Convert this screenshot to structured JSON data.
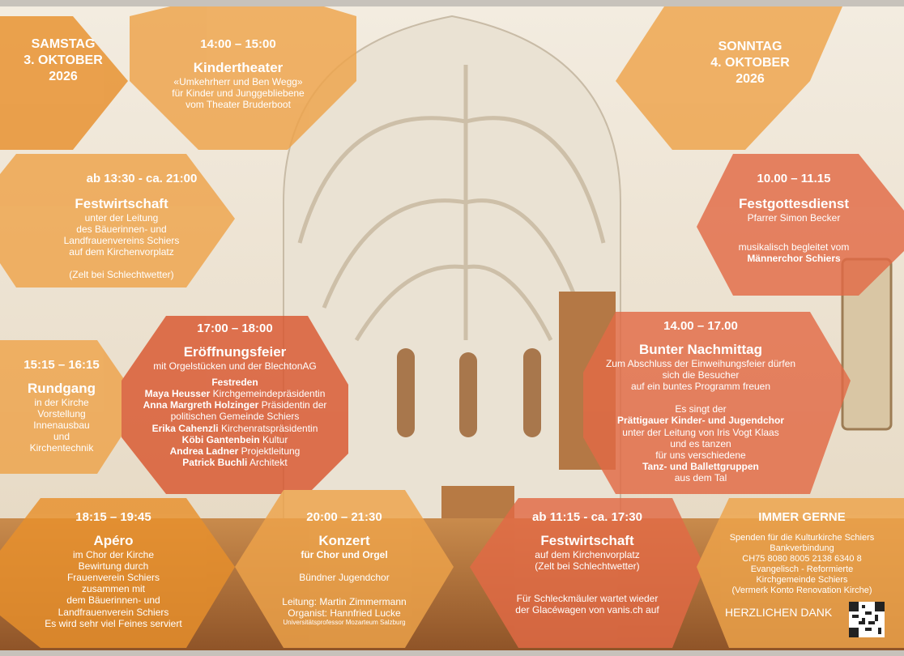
{
  "days": {
    "saturday": [
      "SAMSTAG",
      "3. OKTOBER",
      "2026"
    ],
    "sunday": [
      "SONNTAG",
      "4. OKTOBER",
      "2026"
    ]
  },
  "kindertheater": {
    "time": "14:00 – 15:00",
    "title": "Kindertheater",
    "lines": [
      "«Umkehrherr und Ben Wegg»",
      "für Kinder und Junggebliebene",
      "vom Theater Bruderboot"
    ]
  },
  "festwirtschaft_sat": {
    "time": "ab 13:30 - ca. 21:00",
    "title": "Festwirtschaft",
    "lines": [
      "unter der Leitung",
      "des Bäuerinnen- und",
      "Landfrauenvereins Schiers",
      "auf dem Kirchenvorplatz"
    ],
    "note": "(Zelt bei Schlechtwetter)"
  },
  "gottesdienst": {
    "time": "10.00 – 11.15",
    "title": "Festgottesdienst",
    "line1": "Pfarrer Simon Becker",
    "line2": "musikalisch begleitet vom",
    "line3": "Männerchor Schiers"
  },
  "rundgang": {
    "time": "15:15 – 16:15",
    "title": "Rundgang",
    "lines": [
      "in der Kirche",
      "Vorstellung",
      "Innenausbau",
      "und",
      "Kirchentechnik"
    ]
  },
  "eroeffnung": {
    "time": "17:00 – 18:00",
    "title": "Eröffnungsfeier",
    "subtitle": "mit Orgelstücken und der BlechtonAG",
    "heading": "Festreden",
    "speakers": [
      {
        "name": "Maya Heusser",
        "role": " Kirchgemeindepräsidentin"
      },
      {
        "name": "Anna Margreth Holzinger",
        "role": " Präsidentin der"
      },
      {
        "name": "",
        "role": "politischen Gemeinde Schiers"
      },
      {
        "name": "Erika Cahenzli",
        "role": " Kirchenratspräsidentin"
      },
      {
        "name": "Köbi Gantenbein",
        "role": " Kultur"
      },
      {
        "name": "Andrea Ladner",
        "role": " Projektleitung"
      },
      {
        "name": "Patrick Buchli",
        "role": " Architekt"
      }
    ]
  },
  "bunter": {
    "time": "14.00 – 17.00",
    "title": "Bunter Nachmittag",
    "lines": [
      "Zum Abschluss der Einweihungsfeier dürfen",
      "sich die Besucher",
      "auf ein buntes Programm freuen"
    ],
    "sing1": "Es singt der",
    "choir": "Prättigauer Kinder- und Jugendchor",
    "lines2": [
      "unter der Leitung von Iris Vogt Klaas",
      "und es tanzen",
      "für uns verschiedene"
    ],
    "dance": "Tanz- und Ballettgruppen",
    "end": "aus dem Tal"
  },
  "apero": {
    "time": "18:15 – 19:45",
    "title": "Apéro",
    "lines": [
      "im Chor der Kirche",
      "Bewirtung durch",
      "Frauenverein Schiers",
      "zusammen mit",
      "dem Bäuerinnen- und",
      "Landfrauenverein Schiers",
      "Es wird sehr viel Feines serviert"
    ]
  },
  "konzert": {
    "time": "20:00 – 21:30",
    "title": "Konzert",
    "subtitle": "für Chor und Orgel",
    "choir": "Bündner Jugendchor",
    "lead": "Leitung: Martin Zimmermann",
    "organist": "Organist: Hannfried Lucke",
    "small": "Universitätsprofessor Mozarteum Salzburg"
  },
  "festwirtschaft_sun": {
    "time": "ab 11:15 - ca. 17:30",
    "title": "Festwirtschaft",
    "lines": [
      "auf dem Kirchenvorplatz",
      "(Zelt bei Schlechtwetter)"
    ],
    "lines2": [
      "Für Schleckmäuler wartet wieder",
      "der Glacéwagen von vanis.ch auf"
    ]
  },
  "immer": {
    "title": "IMMER GERNE",
    "lines": [
      "Spenden für die Kulturkirche Schiers",
      "Bankverbindung",
      "CH75 8080 8005 2138 6340 8",
      "Evangelisch - Reformierte",
      "Kirchgemeinde Schiers",
      "(Vermerk Konto Renovation Kirche)"
    ],
    "thanks": "HERZLICHEN DANK"
  },
  "colors": {
    "orange": "#e8902c",
    "light_orange": "#eea34a",
    "red": "#d9572f",
    "coral": "#e26a45",
    "wall": "#efe6d6"
  }
}
